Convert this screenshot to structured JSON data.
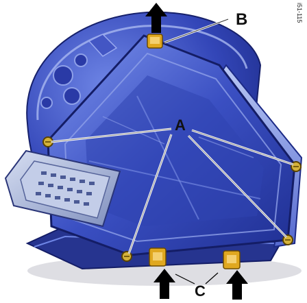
{
  "figure": {
    "reference_code": "i51-115",
    "labels": {
      "a": "A",
      "b": "B",
      "c": "C"
    },
    "colors": {
      "housing_dark": "#1c2a86",
      "housing_mid": "#3346b8",
      "housing_light": "#6f86e6",
      "housing_highlight": "#b9c8f4",
      "connector": "#9fb0d8",
      "clip_gold": "#e0a820",
      "screw_gold": "#d4b23a",
      "arrow": "#000000",
      "leader": "#ffffff"
    }
  }
}
